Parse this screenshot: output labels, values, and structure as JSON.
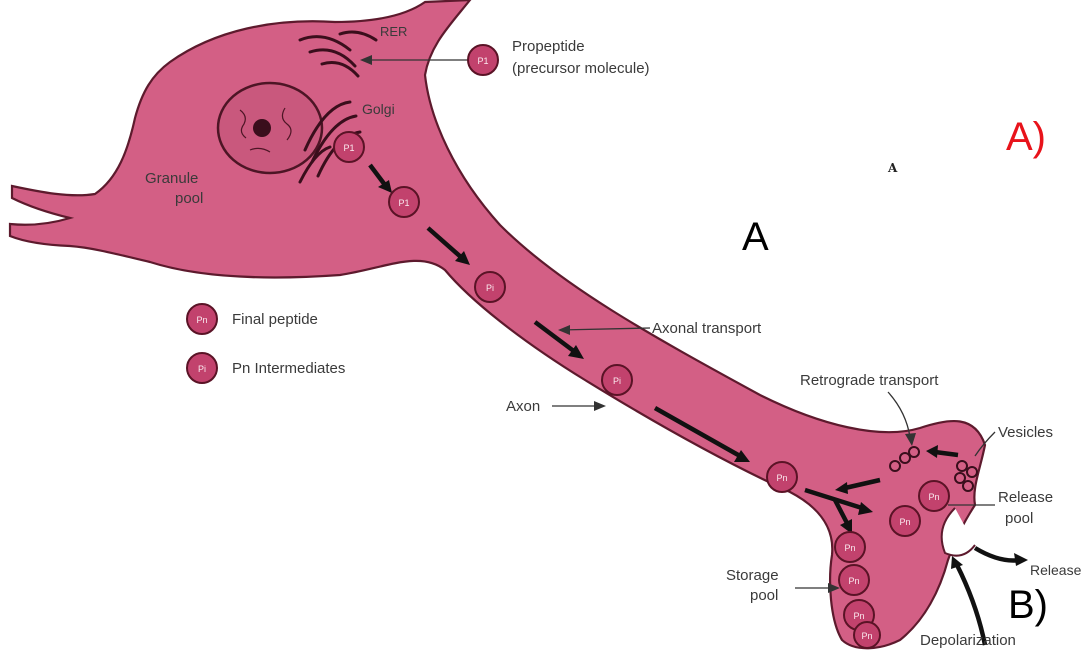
{
  "colors": {
    "cell_fill": "#d35f85",
    "cell_stroke": "#5d1a2d",
    "peptide_fill": "#c2426d",
    "panel_label_color": "#e8131b",
    "text_color": "#3a3a3a"
  },
  "labels": {
    "rer": "RER",
    "golgi": "Golgi",
    "granule_pool_line1": "Granule",
    "granule_pool_line2": "pool",
    "propeptide_line1": "Propeptide",
    "propeptide_line2": "(precursor molecule)",
    "axonal_transport": "Axonal transport",
    "axon": "Axon",
    "retrograde_transport": "Retrograde transport",
    "vesicles": "Vesicles",
    "release_pool_line1": "Release",
    "release_pool_line2": "pool",
    "storage_pool_line1": "Storage",
    "storage_pool_line2": "pool",
    "release": "Release",
    "depolarization": "Depolarization",
    "small_a": "A",
    "panel_a_letter": "A",
    "panel_a_tag": "A)",
    "panel_b_tag": "B)"
  },
  "legend": [
    {
      "symbol": "Pn",
      "text": "Final peptide"
    },
    {
      "symbol": "Pi",
      "text": "Pn Intermediates"
    }
  ],
  "peptides": {
    "propeptide": "P1",
    "intermediate": "Pi",
    "final": "Pn"
  }
}
